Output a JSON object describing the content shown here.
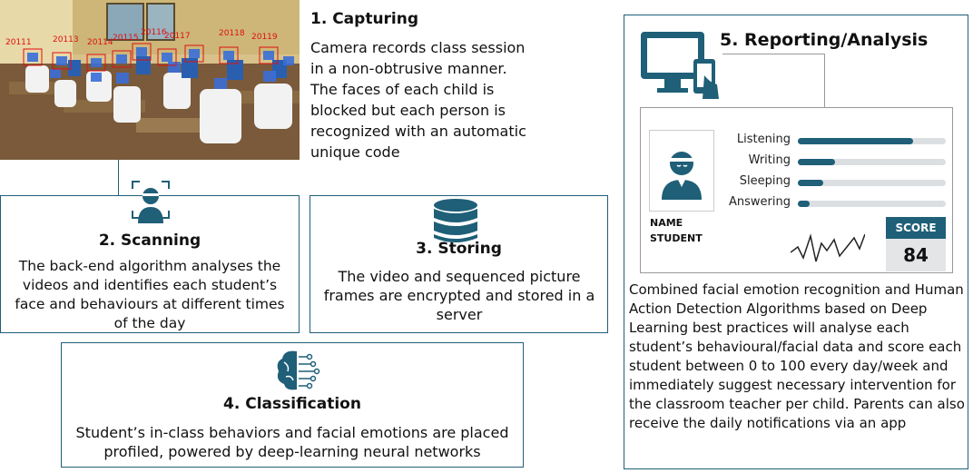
{
  "capturing": {
    "title": "1. Capturing",
    "body": "Camera records class session in a non-obtrusive manner. The faces of each child is blocked but each person is recognized with an automatic unique code",
    "codes": [
      "20111",
      "20113",
      "20114",
      "20115",
      "20116",
      "20117",
      "20118",
      "20119"
    ]
  },
  "scanning": {
    "title": "2. Scanning",
    "body": "The back-end algorithm analyses the videos and identifies each student’s face and behaviours at different times of the day",
    "icon": "face-scan-icon"
  },
  "storing": {
    "title": "3. Storing",
    "body": "The video and sequenced picture frames are encrypted and stored in a server",
    "icon": "database-icon"
  },
  "classification": {
    "title": "4. Classification",
    "body": "Student’s in-class behaviors and facial emotions are placed profiled, powered by deep-learning neural networks",
    "icon": "neural-brain-icon"
  },
  "reporting": {
    "title": "5. Reporting/Analysis",
    "card": {
      "name_label": "NAME",
      "student_label": "STUDENT",
      "score_label": "SCORE",
      "score_value": "84",
      "bars": [
        {
          "label": "Listening",
          "value": 0.78
        },
        {
          "label": "Writing",
          "value": 0.25
        },
        {
          "label": "Sleeping",
          "value": 0.17
        },
        {
          "label": "Answering",
          "value": 0.08
        }
      ]
    },
    "body": "Combined facial emotion recognition and Human Action Detection Algorithms based on Deep Learning best practices will analyse each student’s behavioural/facial data and score each student between 0 to 100 every day/week and immediately suggest necessary intervention for the classroom teacher per child. Parents can also receive the daily notifications via an app"
  },
  "colors": {
    "accent": "#1f5f78",
    "track": "#dcdfe2",
    "score_bg": "#e3e5e7"
  }
}
